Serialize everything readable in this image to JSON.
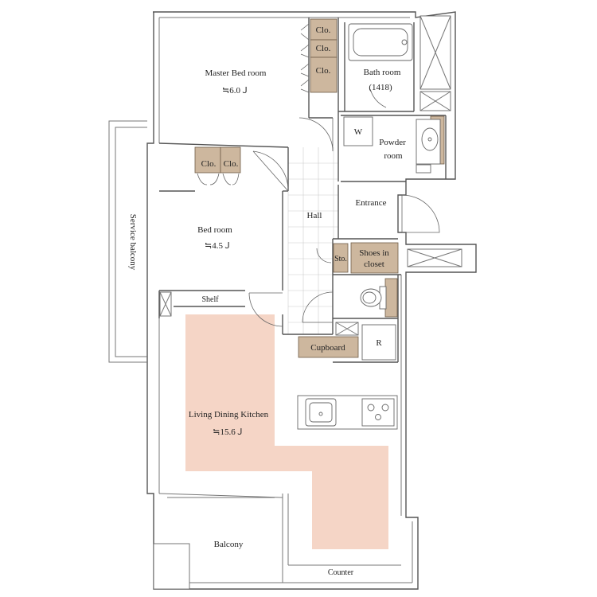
{
  "colors": {
    "wall": "#555555",
    "closet_fill": "#cdb79e",
    "ldk_floor": "#f5d5c6",
    "hall_tile": "#cccccc",
    "background": "#ffffff"
  },
  "rooms": {
    "master_bedroom": {
      "name": "Master Bed room",
      "size": "≒6.0Ｊ"
    },
    "bedroom": {
      "name": "Bed room",
      "size": "≒4.5Ｊ"
    },
    "ldk": {
      "name": "Living Dining Kitchen",
      "size": "≒15.6Ｊ"
    },
    "bathroom": {
      "name": "Bath room",
      "size": "(1418)"
    },
    "powder_room": {
      "line1": "Powder",
      "line2": "room"
    },
    "hall": "Hall",
    "entrance": "Entrance",
    "balcony": "Balcony",
    "service_balcony": "Service balcony"
  },
  "storage": {
    "clo": "Clo.",
    "sto": "Sto.",
    "shoes_line1": "Shoes in",
    "shoes_line2": "closet",
    "cupboard": "Cupboard",
    "shelf": "Shelf",
    "counter": "Counter"
  },
  "fixtures": {
    "washer": "W",
    "refrigerator": "R"
  },
  "icons": [
    "door-swing-icon",
    "bathtub-icon",
    "toilet-icon",
    "sink-icon",
    "stove-icon",
    "pipe-shaft-icon"
  ]
}
